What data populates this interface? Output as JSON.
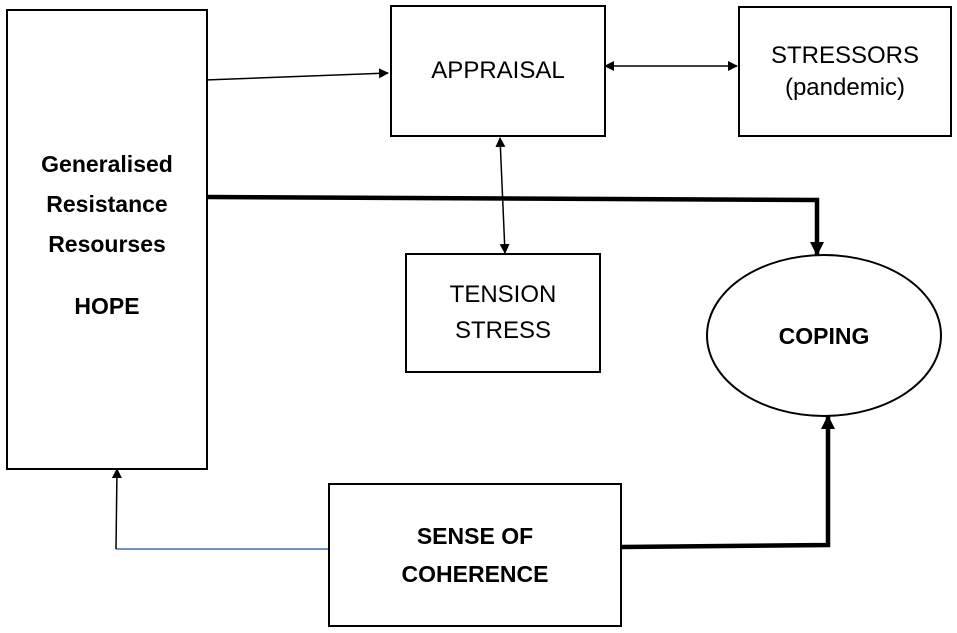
{
  "nodes": {
    "grr": {
      "lines": [
        "Generalised",
        "Resistance",
        "Resourses"
      ],
      "extra": "HOPE"
    },
    "appraisal": {
      "label": "APPRAISAL"
    },
    "stressors": {
      "lines": [
        "STRESSORS",
        "(pandemic)"
      ]
    },
    "tension": {
      "lines": [
        "TENSION",
        "STRESS"
      ]
    },
    "coping": {
      "label": "COPING"
    },
    "soc": {
      "lines": [
        "SENSE OF",
        "COHERENCE"
      ]
    }
  },
  "colors": {
    "line": "#000000",
    "blue_line": "#3e6fb0"
  }
}
